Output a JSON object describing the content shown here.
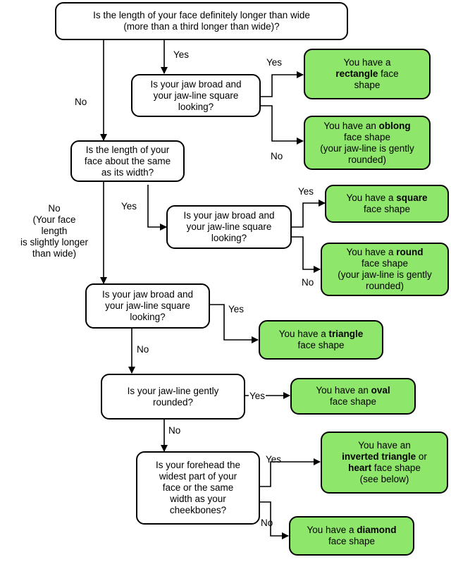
{
  "questions": {
    "q1": [
      "Is the length of your face definitely longer than wide",
      "(more than a third longer than wide)?"
    ],
    "q2": [
      "Is your jaw broad and",
      "your jaw-line square",
      "looking?"
    ],
    "q3": [
      "Is the length of your",
      "face about the same",
      "as its width?"
    ],
    "q4": [
      "Is your jaw broad and",
      "your jaw-line square",
      "looking?"
    ],
    "q5": [
      "Is your jaw broad and",
      "your jaw-line square",
      "looking?"
    ],
    "q6": [
      "Is your jaw-line gently",
      "rounded?"
    ],
    "q7": [
      "Is your forehead the",
      "widest part of your",
      "face or the same",
      "width as your",
      "cheekbones?"
    ]
  },
  "results": {
    "rectangle": {
      "line1": "You have a",
      "bold": "rectangle",
      "after_bold": "face",
      "line3": "shape"
    },
    "oblong": {
      "before": "You have an",
      "bold": "oblong",
      "line2": "face shape",
      "line3": "(your jaw-line is gently",
      "line4": "rounded)"
    },
    "square": {
      "before": "You have a",
      "bold": "square",
      "line2": "face shape"
    },
    "round": {
      "before": "You have a",
      "bold": "round",
      "line2": "face shape",
      "line3": "(your jaw-line is gently",
      "line4": "rounded)"
    },
    "triangle": {
      "before": "You have a",
      "bold": "triangle",
      "line2": "face shape"
    },
    "oval": {
      "before": "You have an",
      "bold": "oval",
      "line2": "face shape"
    },
    "inverted": {
      "line1": "You have an",
      "bold1": "inverted triangle",
      "or": "or",
      "bold2": "heart",
      "after_bold2": "face shape",
      "line4": "(see below)"
    },
    "diamond": {
      "before": "You have a",
      "bold": "diamond",
      "line2": "face shape"
    }
  },
  "labels": {
    "yes1": "Yes",
    "no1": "No",
    "yes2": "Yes",
    "no2": "No",
    "yes3": "Yes",
    "no3": [
      "No",
      "(Your face",
      "length",
      "is slightly longer",
      "than wide)"
    ],
    "yes4": "Yes",
    "no4": "No",
    "yes5": "Yes",
    "no5": "No",
    "yes6": "Yes",
    "no6": "No",
    "yes7": "Yes",
    "no7": "No"
  }
}
